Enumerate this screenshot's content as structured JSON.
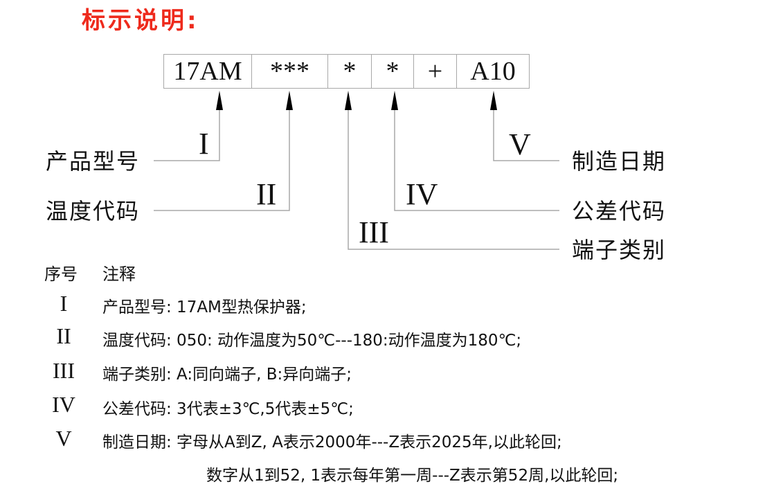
{
  "title": "标示说明:",
  "code_box": {
    "cells": [
      {
        "text": "17AM",
        "width": 127
      },
      {
        "text": "***",
        "width": 110
      },
      {
        "text": "*",
        "width": 63
      },
      {
        "text": "*",
        "width": 61
      },
      {
        "text": "+",
        "width": 62
      },
      {
        "text": "A10",
        "width": 104
      }
    ]
  },
  "callouts": {
    "left": [
      {
        "roman": "I",
        "label": "产品型号"
      },
      {
        "roman": "II",
        "label": "温度代码"
      }
    ],
    "right": [
      {
        "roman": "V",
        "label": "制造日期"
      },
      {
        "roman": "IV",
        "label": "公差代码"
      },
      {
        "roman": "III",
        "label": "端子类别"
      }
    ]
  },
  "notes": {
    "header_index": "序号",
    "header_note": "注释",
    "rows": [
      {
        "roman": "I",
        "text": "产品型号: 17AM型热保护器;"
      },
      {
        "roman": "II",
        "text": "温度代码: 050: 动作温度为50℃---180:动作温度为180℃;"
      },
      {
        "roman": "III",
        "text": "端子类别: A:同向端子, B:异向端子;"
      },
      {
        "roman": "IV",
        "text": "公差代码: 3代表±3℃,5代表±5℃;"
      },
      {
        "roman": "V",
        "text": "制造日期: 字母从A到Z, A表示2000年---Z表示2025年,以此轮回;"
      }
    ],
    "continuation": "数字从1到52, 1表示每年第一周---Z表示第52周,以此轮回;"
  },
  "colors": {
    "title": "#ee2a1c",
    "line": "#a8a8a8",
    "arrow": "#000000",
    "text": "#111111"
  }
}
